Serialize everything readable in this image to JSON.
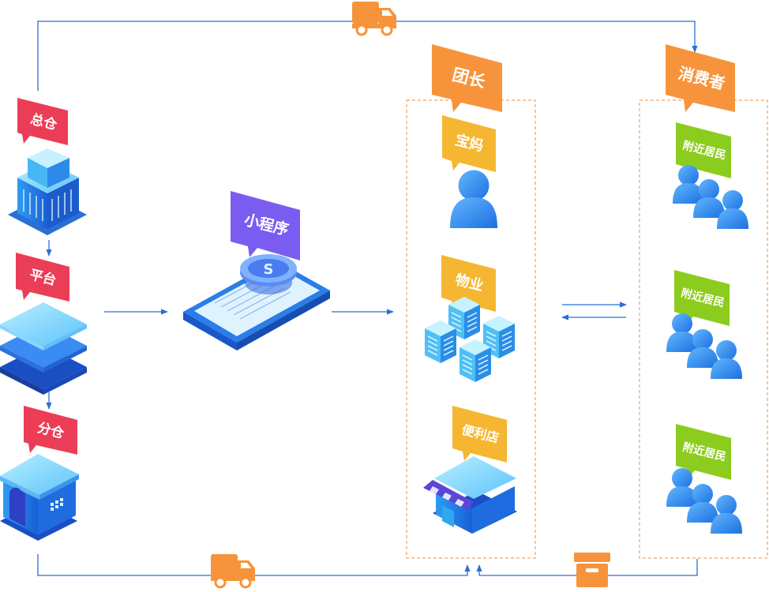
{
  "labels": {
    "main_warehouse": "总仓",
    "platform": "平台",
    "branch_warehouse": "分仓",
    "mini_program": "小程序",
    "group_leader": "团长",
    "mom": "宝妈",
    "property": "物业",
    "convenience_store": "便利店",
    "consumer": "消费者",
    "nearby_residents_1": "附近居民",
    "nearby_residents_2": "附近居民",
    "nearby_residents_3": "附近居民"
  },
  "colors": {
    "tag_red": "#ec3d56",
    "tag_purple": "#7a5cf0",
    "tag_orange": "#f7943b",
    "tag_yellow": "#f5b731",
    "tag_green": "#8ccc1e",
    "line_blue": "#2a6fd6",
    "dash_orange": "#f5a25a",
    "iso_blue": "#2f8df0"
  },
  "icons": {
    "truck": "truck-icon",
    "box": "box-icon",
    "person": "person-icon",
    "people": "people-group-icon",
    "servers": "server-stack-icon",
    "shop": "shop-icon",
    "building": "building-icon",
    "layers": "layers-icon",
    "phone": "phone-icon"
  }
}
